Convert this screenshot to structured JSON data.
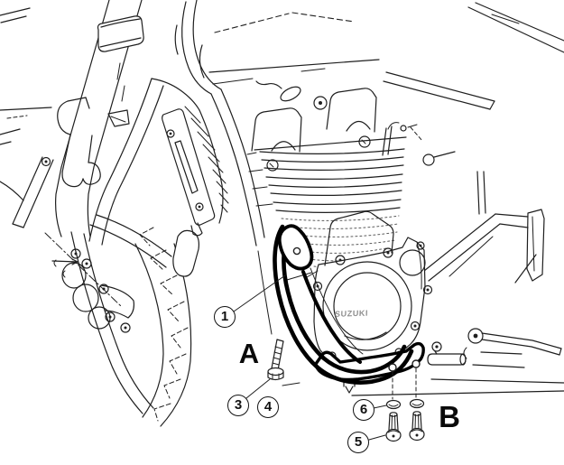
{
  "figure": {
    "subject": "motorcycle engine guard mounting diagram",
    "engine_text": "SUZUKI",
    "callouts": {
      "c1": "1",
      "c3": "3",
      "c4": "4",
      "c5": "5",
      "c6": "6"
    },
    "markers": {
      "a": "A",
      "b": "B"
    },
    "colors": {
      "line": "#1f1f1f",
      "guard": "#000000",
      "background": "#ffffff",
      "engine_text_color": "#8f8f8f"
    }
  }
}
